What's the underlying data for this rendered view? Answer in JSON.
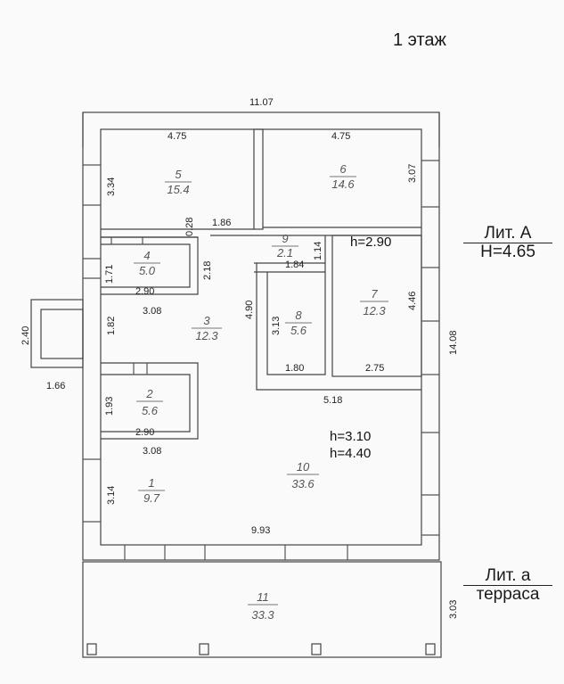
{
  "floor_title": "1 этаж",
  "lit_A": {
    "line1": "Лит. А",
    "line2": "H=4.65"
  },
  "lit_a": {
    "line1": "Лит. а",
    "line2": "терраса"
  },
  "heights": {
    "h1": "h=2.90",
    "h2": "h=3.10",
    "h3": "h=4.40"
  },
  "rooms": [
    {
      "num": "5",
      "area": "15.4"
    },
    {
      "num": "6",
      "area": "14.6"
    },
    {
      "num": "4",
      "area": "5.0"
    },
    {
      "num": "9",
      "area": "2.1"
    },
    {
      "num": "3",
      "area": "12.3"
    },
    {
      "num": "8",
      "area": "5.6"
    },
    {
      "num": "7",
      "area": "12.3"
    },
    {
      "num": "2",
      "area": "5.6"
    },
    {
      "num": "1",
      "area": "9.7"
    },
    {
      "num": "10",
      "area": "33.6"
    },
    {
      "num": "11",
      "area": "33.3"
    }
  ],
  "dimensions": {
    "total_width": "11.07",
    "r5_width": "4.75",
    "r6_width": "4.75",
    "r5_height": "3.34",
    "r6_height": "3.07",
    "wall_028": "0.28",
    "d_186": "1.86",
    "d_114": "1.14",
    "d_184": "1.84",
    "r4_height": "1.71",
    "r4_218": "2.18",
    "r4_width": "2.90",
    "d_308_a": "3.08",
    "d_490": "4.90",
    "d_313": "3.13",
    "d_446": "4.46",
    "total_height": "14.08",
    "d_182": "1.82",
    "porch_240": "2.40",
    "porch_166": "1.66",
    "d_180": "1.80",
    "d_275": "2.75",
    "d_518": "5.18",
    "r2_height": "1.93",
    "r2_width": "2.90",
    "d_308_b": "3.08",
    "r1_height": "3.14",
    "d_993": "9.93",
    "terrace_303": "3.03"
  }
}
